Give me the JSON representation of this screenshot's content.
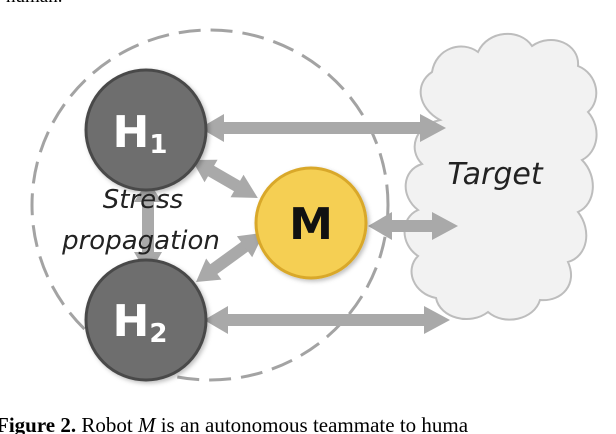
{
  "header_text": "human.",
  "diagram": {
    "group_label_line1": "Stress",
    "group_label_line2": "propagation",
    "nodes": {
      "h1": {
        "letter": "H",
        "subscript": "1"
      },
      "h2": {
        "letter": "H",
        "subscript": "2"
      },
      "m": {
        "letter": "M"
      }
    },
    "target_label": "Target"
  },
  "caption": {
    "figure_label": "Figure 2.",
    "text_before_var": " Robot ",
    "variable": "M",
    "text_after_var": " is an autonomous teammate to huma"
  },
  "colors": {
    "human_node": "#6e6e6e",
    "human_node_stroke": "#4a4a4a",
    "robot_node": "#f5cf52",
    "robot_node_stroke": "#d9a82a",
    "arrow": "#a9a9a9",
    "dashed_circle": "#a3a3a3",
    "cloud_fill": "#f2f2f2",
    "cloud_stroke": "#bdbdbd"
  }
}
